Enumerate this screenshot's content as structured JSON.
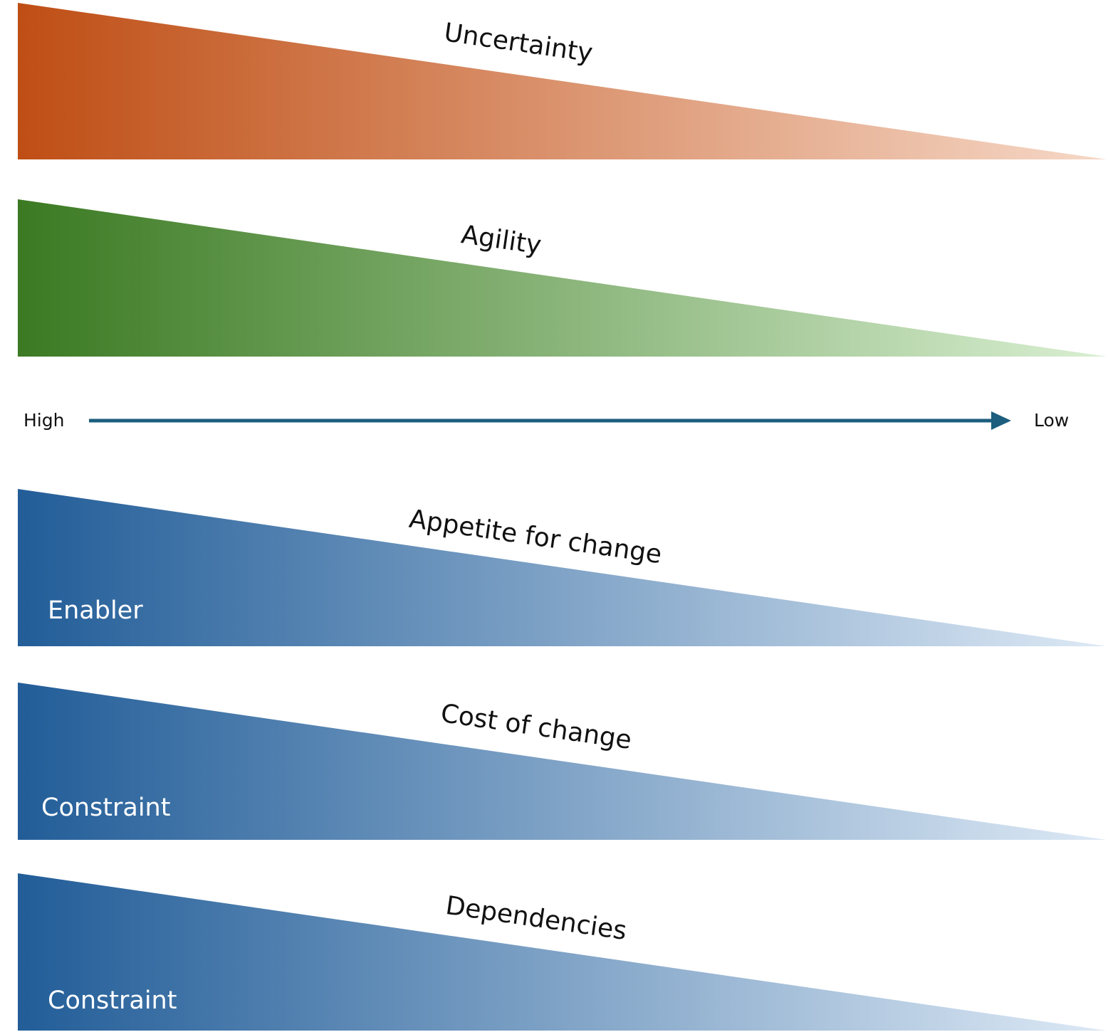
{
  "wedges": [
    {
      "title": "Uncertainty",
      "role": "",
      "color_start": "#bf4e15",
      "color_end": "#f6d8c7"
    },
    {
      "title": "Agility",
      "role": "",
      "color_start": "#3b7a22",
      "color_end": "#d9efd2"
    },
    {
      "title": "Appetite for change",
      "role": "Enabler",
      "color_start": "#225d98",
      "color_end": "#dde9f5"
    },
    {
      "title": "Cost of change",
      "role": "Constraint",
      "color_start": "#225d98",
      "color_end": "#dde9f5"
    },
    {
      "title": "Dependencies",
      "role": "Constraint",
      "color_start": "#225d98",
      "color_end": "#dde9f5"
    }
  ],
  "scale": {
    "start_label": "High",
    "end_label": "Low",
    "arrow_color": "#1b5e7e"
  }
}
